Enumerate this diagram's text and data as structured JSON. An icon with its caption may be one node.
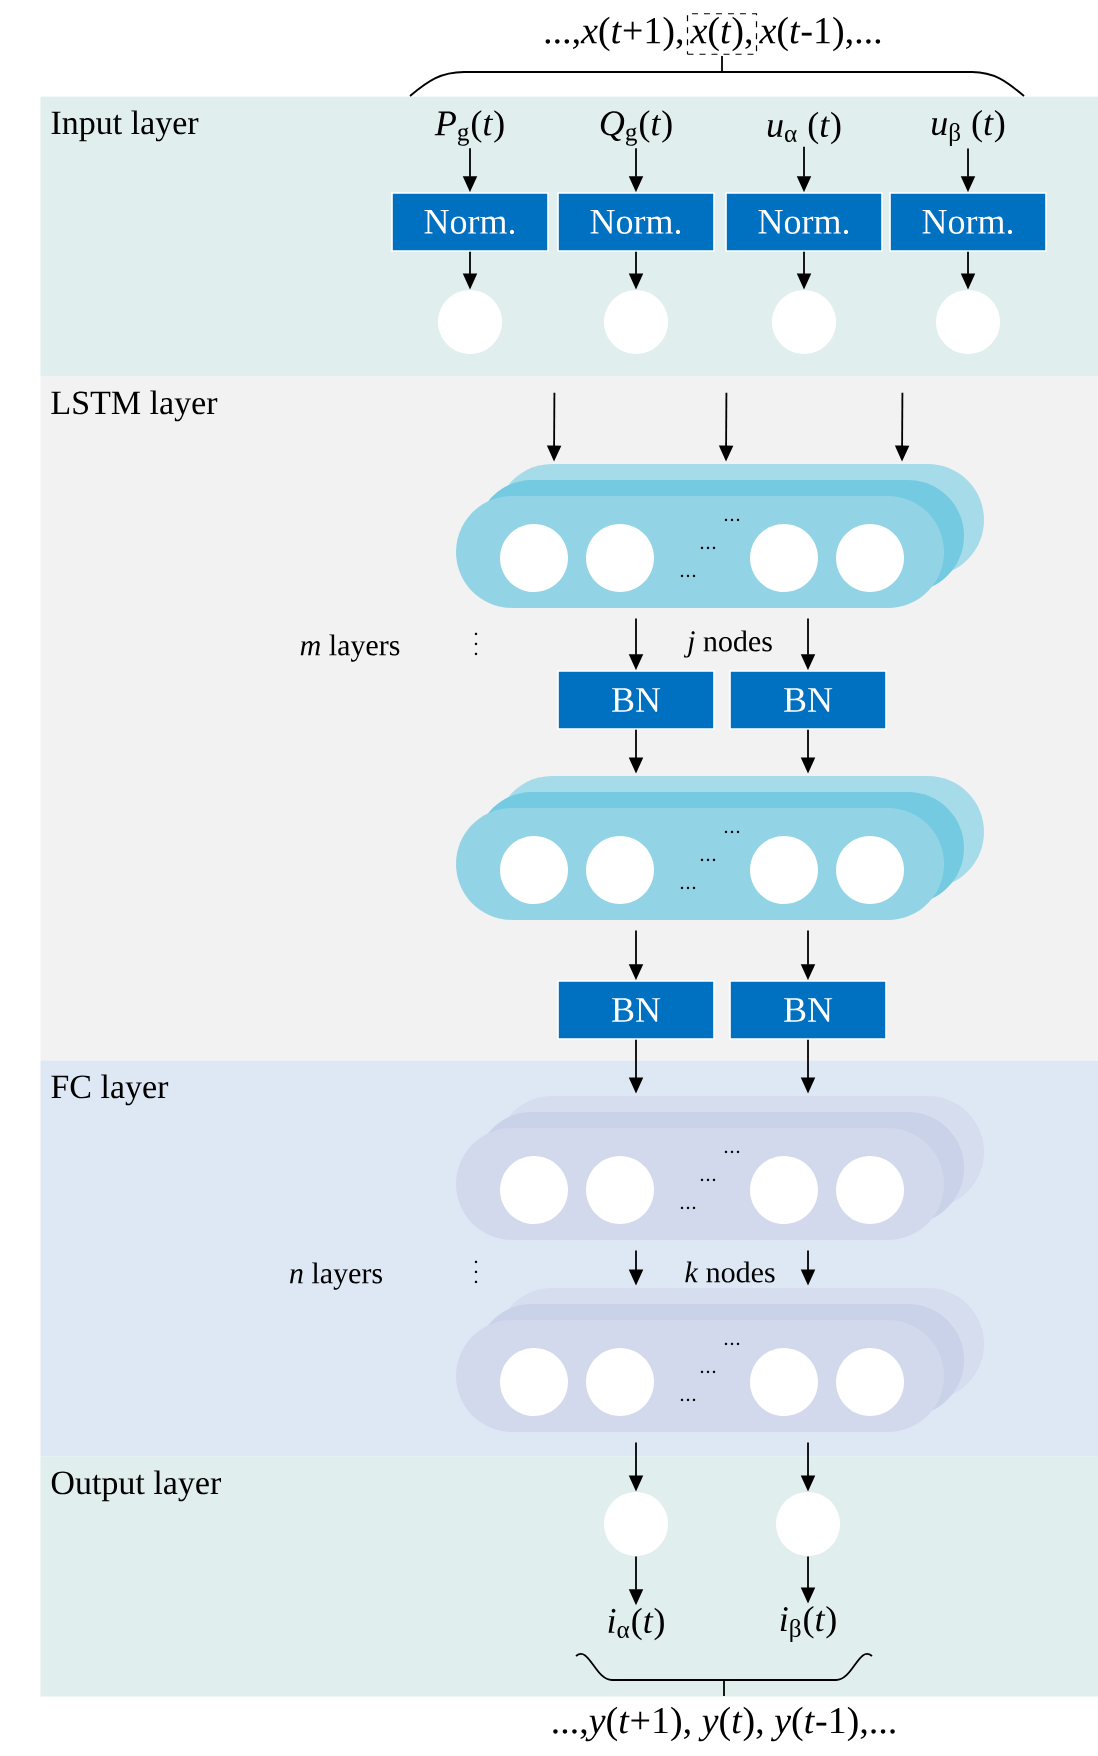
{
  "diagram": {
    "nodes": [
      {
        "text": [
          "Input layer"
        ]
      },
      {
        "text": [
          "LSTM layer"
        ]
      },
      {
        "text": [
          "FC layer"
        ]
      },
      {
        "text": [
          "Output layer"
        ]
      },
      {
        "text": [
          "*P*$_{g}$(*t*)"
        ],
        "in": 0
      },
      {
        "text": [
          "*Q*$_{g}$(*t*)"
        ],
        "in": 0
      },
      {
        "text": [
          "*u*$_{α}$ (*t*)"
        ],
        "in": 0
      },
      {
        "text": [
          "*u*$_{β}$ (*t*)"
        ],
        "in": 0
      },
      {
        "text": [
          "Norm."
        ],
        "in": 0
      },
      {
        "text": [
          "Norm."
        ],
        "in": 0
      },
      {
        "text": [
          "Norm."
        ],
        "in": 0
      },
      {
        "text": [
          "Norm."
        ],
        "in": 0
      },
      {
        "text": [],
        "shape": "circle",
        "in": 0
      },
      {
        "text": [],
        "shape": "circle",
        "in": 0
      },
      {
        "text": [],
        "shape": "circle",
        "in": 0
      },
      {
        "text": [],
        "shape": "circle",
        "in": 0
      },
      {
        "text": [],
        "shape": "picture",
        "in": 1
      },
      {
        "text": [
          "BN"
        ],
        "in": 1
      },
      {
        "text": [
          "BN"
        ],
        "in": 1
      },
      {
        "text": [],
        "shape": "picture",
        "in": 1
      },
      {
        "text": [
          "BN"
        ],
        "in": 1
      },
      {
        "text": [
          "BN"
        ],
        "in": 1
      },
      {
        "text": [],
        "shape": "picture",
        "in": 2
      },
      {
        "text": [],
        "shape": "picture",
        "in": 2
      },
      {
        "text": [],
        "shape": "circle",
        "in": 3
      },
      {
        "text": [],
        "shape": "circle",
        "in": 3
      },
      {
        "text": [
          "*i*$_{α}$(*t*)"
        ],
        "in": 3
      },
      {
        "text": [
          "*i*$_{β}$(*t*)"
        ],
        "in": 3
      }
    ],
    "edges": [
      {
        "from": 4,
        "to": 8,
        "arrow": "to"
      },
      {
        "from": 5,
        "to": 9,
        "arrow": "to"
      },
      {
        "from": 6,
        "to": 10,
        "arrow": "to"
      },
      {
        "from": 7,
        "to": 11,
        "arrow": "to"
      },
      {
        "from": 8,
        "to": 12,
        "arrow": "to"
      },
      {
        "from": 9,
        "to": 13,
        "arrow": "to"
      },
      {
        "from": 10,
        "to": 14,
        "arrow": "to"
      },
      {
        "from": 11,
        "to": 15,
        "arrow": "to"
      },
      {
        "from": 0,
        "to": 16,
        "arrow": "to"
      },
      {
        "from": 0,
        "to": 16,
        "arrow": "to"
      },
      {
        "from": 0,
        "to": 16,
        "arrow": "to"
      },
      {
        "from": 16,
        "to": 17,
        "arrow": "to"
      },
      {
        "from": 16,
        "to": 18,
        "arrow": "to"
      },
      {
        "from": 17,
        "to": 19,
        "arrow": "to"
      },
      {
        "from": 18,
        "to": 19,
        "arrow": "to"
      },
      {
        "from": 19,
        "to": 20,
        "arrow": "to"
      },
      {
        "from": 19,
        "to": 21,
        "arrow": "to"
      },
      {
        "from": 20,
        "to": 22,
        "arrow": "to"
      },
      {
        "from": 21,
        "to": 22,
        "arrow": "to"
      },
      {
        "from": 22,
        "to": 23,
        "arrow": "to"
      },
      {
        "from": 22,
        "to": 23,
        "arrow": "to"
      },
      {
        "from": 23,
        "to": 24,
        "arrow": "to"
      },
      {
        "from": 23,
        "to": 25,
        "arrow": "to"
      },
      {
        "from": 24,
        "to": 26,
        "arrow": "to"
      },
      {
        "from": 25,
        "to": 27,
        "arrow": "to"
      }
    ],
    "labels": [
      "...,*x*(*t*+1),",
      "*x*(*t*),",
      "*x*(*t*-1),...",
      "*m* layers",
      "*j* nodes",
      "*n* layers",
      "*k* nodes",
      "...,*y*(*t*+1), *y*(*t*), *y*(*t*-1),..."
    ]
  }
}
